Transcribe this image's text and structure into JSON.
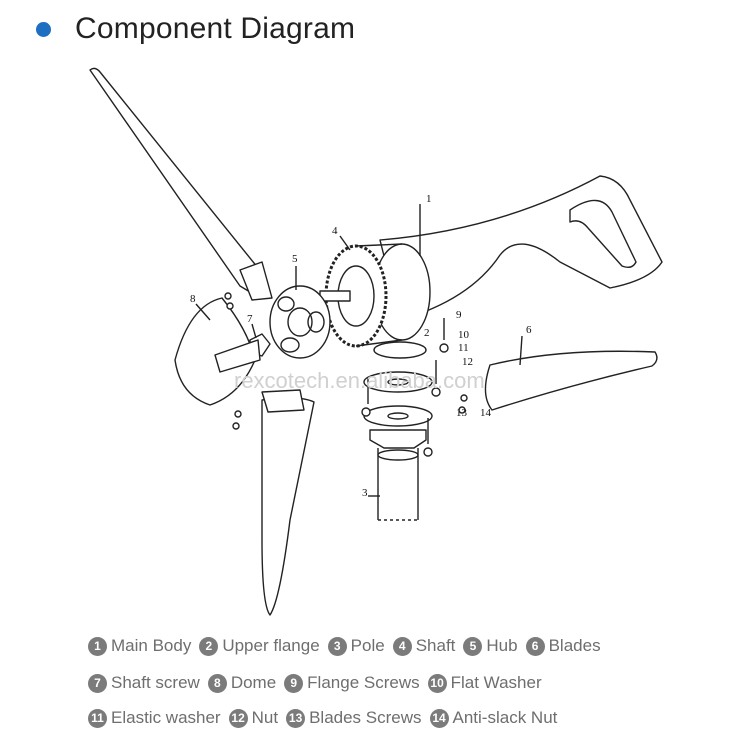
{
  "title": "Component Diagram",
  "watermark": "rexcotech.en.alibaba.com",
  "callout_numbers": [
    "1",
    "2",
    "3",
    "4",
    "5",
    "6",
    "7",
    "8",
    "9",
    "10",
    "11",
    "12",
    "13",
    "14"
  ],
  "legend": [
    [
      {
        "num": "1",
        "label": "Main Body"
      },
      {
        "num": "2",
        "label": "Upper flange"
      },
      {
        "num": "3",
        "label": "Pole"
      },
      {
        "num": "4",
        "label": "Shaft"
      },
      {
        "num": "5",
        "label": "Hub"
      },
      {
        "num": "6",
        "label": "Blades"
      }
    ],
    [
      {
        "num": "7",
        "label": "Shaft screw"
      },
      {
        "num": "8",
        "label": "Dome"
      },
      {
        "num": "9",
        "label": "Flange Screws"
      },
      {
        "num": "10",
        "label": "Flat Washer"
      }
    ],
    [
      {
        "num": "11",
        "label": "Elastic washer"
      },
      {
        "num": "12",
        "label": "Nut"
      },
      {
        "num": "13",
        "label": "Blades Screws"
      },
      {
        "num": "14",
        "label": "Anti-slack Nut"
      }
    ]
  ]
}
